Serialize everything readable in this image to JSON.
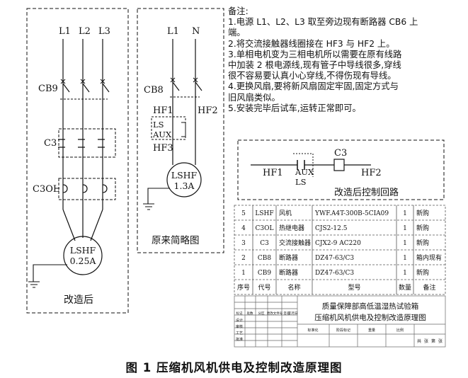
{
  "left_panel": {
    "labels": {
      "l1": "L1",
      "l2": "L2",
      "l3": "L3",
      "cb9": "CB9",
      "c3": "C3",
      "c3ol": "C3OL"
    },
    "motor": {
      "name": "LSHF",
      "rating": "0.25A"
    },
    "footer": "改造后"
  },
  "middle_panel": {
    "labels": {
      "l1": "L1",
      "n": "N",
      "cb8": "CB8",
      "hf1": "HF1",
      "hf2": "HF2",
      "ls": "LS",
      "aux": "AUX",
      "hf3": "HF3"
    },
    "motor": {
      "name": "LSHF",
      "rating": "1.3A"
    },
    "footer": "原来简略图"
  },
  "notes": {
    "title": "备注:",
    "lines": [
      "1.电源 L1、L2、L3 取至旁边现有断路器 CB6 上",
      "端。",
      "2.将交流接触器线圈接在 HF3 与 HF2 上。",
      "3.单相电机变为三相电机所以需要在原有线路",
      "中加装 2 根电源线,现有管子中导线很多,穿线",
      "很不容易要认真小心穿线,不得伤现有导线。",
      "4.更换风扇,要将新风扇固定牢固,固定方式与",
      "旧风扇类似。",
      "5.安装完毕后试车,运转正常即可。"
    ]
  },
  "control_diagram": {
    "hf1": "HF1",
    "aux": "AUX",
    "ls": "LS",
    "c3": "C3",
    "hf2": "HF2",
    "caption": "改造后控制回路"
  },
  "parts_table": {
    "headers": [
      "序号",
      "代号",
      "名称",
      "型号",
      "数量",
      "备注"
    ],
    "rows": [
      [
        "5",
        "LSHF",
        "风机",
        "YWF.A4T-300B-5CIA09",
        "1",
        "新购"
      ],
      [
        "4",
        "C3OL",
        "热继电器",
        "CJS2-12.5",
        "1",
        "新购"
      ],
      [
        "3",
        "C3",
        "交流接触器",
        "CJX2-9 AC220",
        "1",
        "新购"
      ],
      [
        "2",
        "CB8",
        "断路器",
        "DZ47-63/C3",
        "1",
        "箱内现有"
      ],
      [
        "1",
        "CB9",
        "断路器",
        "DZ47-63/C3",
        "1",
        "新购"
      ]
    ]
  },
  "title_block": {
    "line1": "质量保障部高低温湿热试验箱",
    "line2": "压缩机风机供电及控制改造原理图",
    "small_headers": [
      "标记",
      "处数",
      "分区",
      "更改文件号",
      "签名",
      "年月日"
    ],
    "row_labels": [
      "设计",
      "审核",
      "工艺",
      "批准"
    ],
    "cells": [
      "标准化",
      "阶段标记",
      "重量",
      "比例",
      "共",
      "张",
      "第",
      "张"
    ]
  },
  "figure_caption": "图 1    压缩机风机供电及控制改造原理图"
}
